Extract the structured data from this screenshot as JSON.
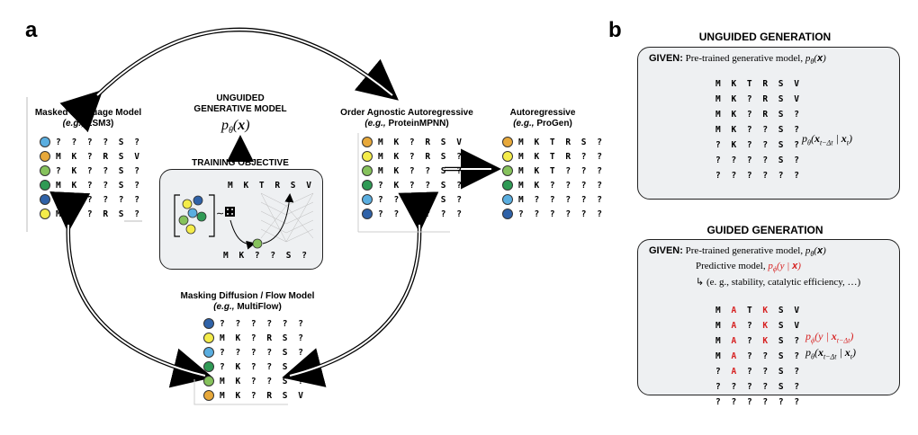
{
  "panels": {
    "a": "a",
    "b": "b"
  },
  "center": {
    "unguided_title_line1": "UNGUIDED",
    "unguided_title_line2": "GENERATIVE MODEL",
    "model_formula": "p_θ(x)",
    "training_title": "TRAINING OBJECTIVE",
    "top_seq": "M K T R S V",
    "bottom_seq": "M K ? ? S ?"
  },
  "mlm": {
    "title": "Masked Language Model",
    "example_prefix": "(e.g.,",
    "example_name": "ESM3)",
    "rows": [
      {
        "color": "#5aaee0",
        "seq": "? ? ? ? S ?"
      },
      {
        "color": "#e7a83a",
        "seq": "M K ? R S V"
      },
      {
        "color": "#86c25c",
        "seq": "? K ? ? S ?"
      },
      {
        "color": "#2f9a55",
        "seq": "M K ? ? S ?"
      },
      {
        "color": "#2f62a8",
        "seq": "? ? ? ? ? ?"
      },
      {
        "color": "#f4ec4a",
        "seq": "M K ? R S ?"
      }
    ]
  },
  "oaar": {
    "title": "Order Agnostic Autoregressive",
    "example_prefix": "(e.g.,",
    "example_name": "ProteinMPNN)",
    "rows": [
      {
        "color": "#e7a83a",
        "seq": "M K ? R S V"
      },
      {
        "color": "#f4ec4a",
        "seq": "M K ? R S ?"
      },
      {
        "color": "#86c25c",
        "seq": "M K ? ? S ?"
      },
      {
        "color": "#2f9a55",
        "seq": "? K ? ? S ?"
      },
      {
        "color": "#5aaee0",
        "seq": "? ? ? ? S ?"
      },
      {
        "color": "#2f62a8",
        "seq": "? ? ? ? ? ?"
      }
    ]
  },
  "ar": {
    "title": "Autoregressive",
    "example_prefix": "(e.g.,",
    "example_name": "ProGen)",
    "rows": [
      {
        "color": "#e7a83a",
        "seq": "M K T R S ?"
      },
      {
        "color": "#f4ec4a",
        "seq": "M K T R ? ?"
      },
      {
        "color": "#86c25c",
        "seq": "M K T ? ? ?"
      },
      {
        "color": "#2f9a55",
        "seq": "M K ? ? ? ?"
      },
      {
        "color": "#5aaee0",
        "seq": "M ? ? ? ? ?"
      },
      {
        "color": "#2f62a8",
        "seq": "? ? ? ? ? ?"
      }
    ]
  },
  "mdf": {
    "title": "Masking Diffusion / Flow Model",
    "example_prefix": "(e.g.,",
    "example_name": "MultiFlow)",
    "rows": [
      {
        "color": "#2f62a8",
        "seq": "? ? ? ? ? ?"
      },
      {
        "color": "#f4ec4a",
        "seq": "M K ? R S ?"
      },
      {
        "color": "#5aaee0",
        "seq": "? ? ? ? S ?"
      },
      {
        "color": "#2f9a55",
        "seq": "? K ? ? S ?"
      },
      {
        "color": "#86c25c",
        "seq": "M K ? ? S ?"
      },
      {
        "color": "#e7a83a",
        "seq": "M K ? R S V"
      }
    ]
  },
  "unguided": {
    "heading": "UNGUIDED GENERATION",
    "given_label": "GIVEN:",
    "given_text": "Pre-trained generative model,",
    "rows": [
      "M K T R S V",
      "M K ? R S V",
      "M K ? R S ?",
      "M K ? ? S ?",
      "? K ? ? S ?",
      "? ? ? ? S ?",
      "? ? ? ? ? ?"
    ],
    "step_formula": "p_θ(x_{t−Δt} | x_t)"
  },
  "guided": {
    "heading": "GUIDED GENERATION",
    "given_label": "GIVEN:",
    "given_text": "Pre-trained generative model,",
    "predictive_text": "Predictive model,",
    "example_text": "(e. g., stability, catalytic efficiency, …)",
    "rows": [
      [
        "M",
        " ",
        "A",
        " ",
        "T",
        " ",
        "K",
        " ",
        "S",
        " ",
        "V"
      ],
      [
        "M",
        " ",
        "A",
        " ",
        "?",
        " ",
        "K",
        " ",
        "S",
        " ",
        "V"
      ],
      [
        "M",
        " ",
        "A",
        " ",
        "?",
        " ",
        "K",
        " ",
        "S",
        " ",
        "?"
      ],
      [
        "M",
        " ",
        "A",
        " ",
        "?",
        " ",
        "?",
        " ",
        "S",
        " ",
        "?"
      ],
      [
        "?",
        " ",
        "A",
        " ",
        "?",
        " ",
        "?",
        " ",
        "S",
        " ",
        "?"
      ],
      [
        "?",
        " ",
        "?",
        " ",
        "?",
        " ",
        "?",
        " ",
        "S",
        " ",
        "?"
      ],
      [
        "?",
        " ",
        "?",
        " ",
        "?",
        " ",
        "?",
        " ",
        "?",
        " ",
        "?"
      ]
    ],
    "red_positions": [
      [
        0,
        2
      ],
      [
        0,
        6
      ],
      [
        1,
        2
      ],
      [
        1,
        6
      ],
      [
        2,
        2
      ],
      [
        2,
        6
      ],
      [
        3,
        2
      ],
      [
        4,
        2
      ]
    ]
  }
}
